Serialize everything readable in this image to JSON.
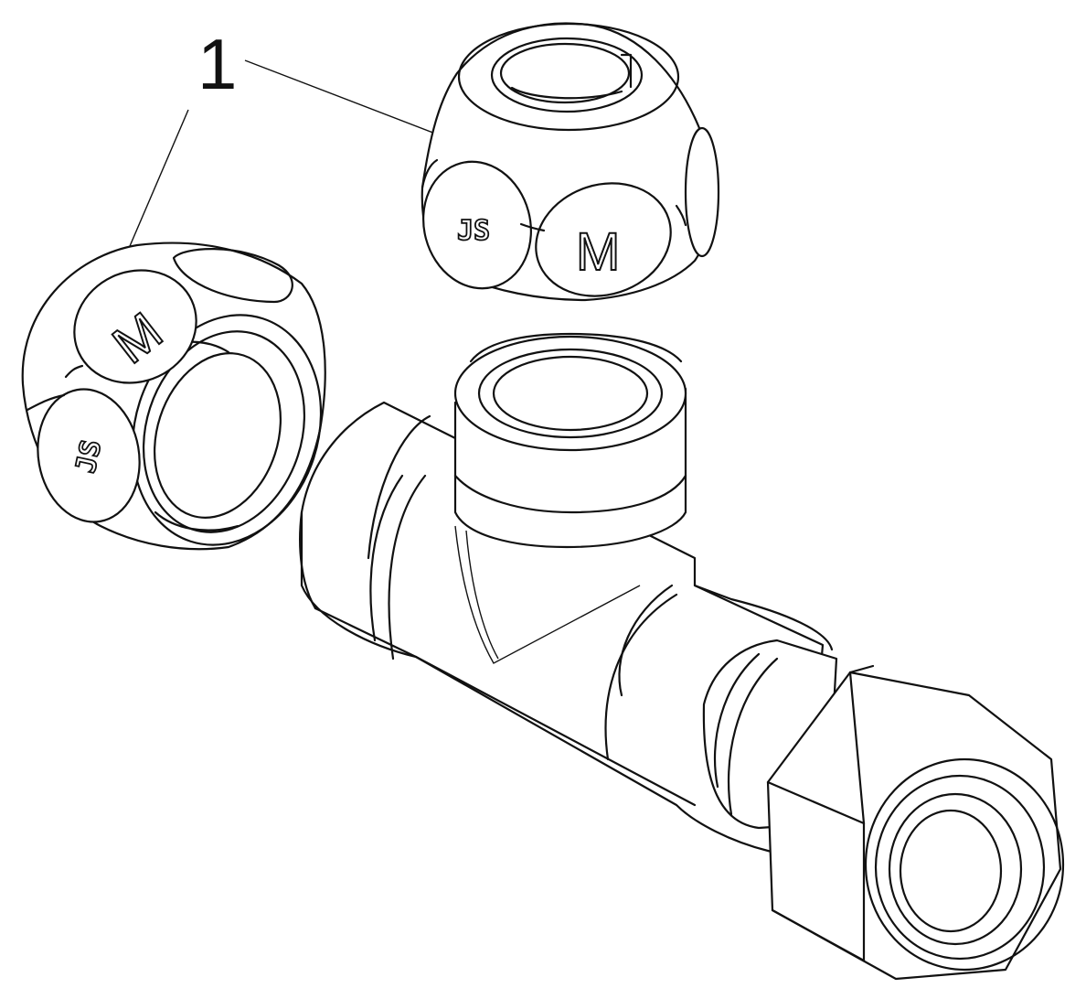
{
  "callout": {
    "number": "1"
  },
  "markings": {
    "nut_letter": "M",
    "nut_logo": "JS"
  }
}
